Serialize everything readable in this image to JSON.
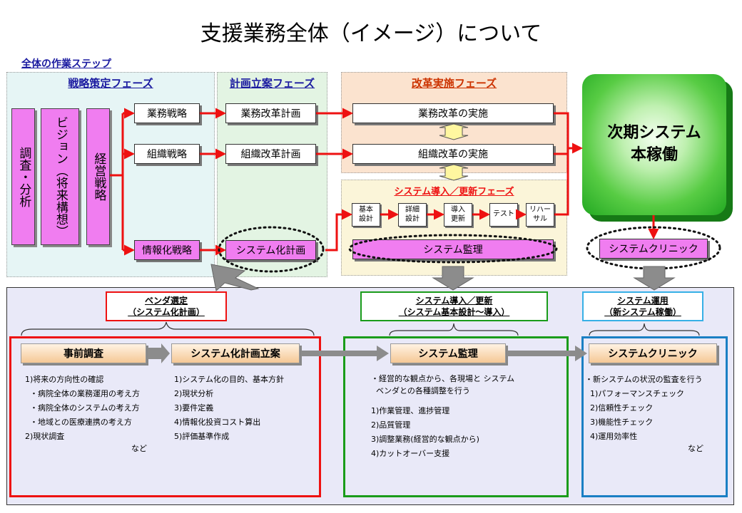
{
  "title": "支援業務全体（イメージ）について",
  "steps_label": "全体の作業ステップ",
  "phases": {
    "strategy": "戦略策定フェーズ",
    "planning": "計画立案フェーズ",
    "reform": "改革実施フェーズ",
    "system_intro": "システム導入／更新フェーズ"
  },
  "vertical_boxes": [
    "調査・分析",
    "ビジョン（将来構想）",
    "経営戦略"
  ],
  "strategy_boxes": {
    "business": "業務戦略",
    "org": "組織戦略",
    "info": "情報化戦略"
  },
  "plan_boxes": {
    "business": "業務改革計画",
    "org": "組織改革計画",
    "system": "システム化計画"
  },
  "reform_boxes": {
    "business": "業務改革の実施",
    "org": "組織改革の実施"
  },
  "intro_steps": [
    "基本\n設計",
    "詳細\n設計",
    "導入\n更新",
    "テスト",
    "リハー\nサル"
  ],
  "system_audit": "システム監理",
  "next_system": "次期システム\n本稼働",
  "system_clinic": "システムクリニック",
  "categories": {
    "vendor": "ベンダ選定\n（システム化計画）",
    "intro": "システム導入／更新\n（システム基本設計～導入）",
    "operation": "システム運用\n（新システム稼働）"
  },
  "bottom_headers": {
    "pre_survey": "事前調査",
    "planning": "システム化計画立案",
    "audit": "システム監理",
    "clinic": "システムクリニック"
  },
  "lists": {
    "pre_survey": "1)将来の方向性の確認\n  ・病院全体の業務運用の考え方\n  ・病院全体のシステムの考え方\n  ・地域との医療連携の考え方\n2)現状調査",
    "pre_survey_etc": "など",
    "planning": "1)システム化の目的、基本方針\n2)現状分析\n3)要件定義\n4)情報化投資コスト算出\n5)評価基準作成",
    "audit_intro": "・経営的な観点から、各現場と システム\n  ベンダとの各種調整を行う",
    "audit": "1)作業管理、進捗管理\n2)品質管理\n3)調整業務(経営的な観点から)\n4)カットオーバー支援",
    "clinic": "・新システムの状況の監査を行う\n  1)パフォーマンスチェック\n  2)信頼性チェック\n  3)機能性チェック\n  4)運用効率性",
    "clinic_etc": "など"
  },
  "colors": {
    "pink": "#f07df0",
    "red": "#ee1111",
    "green": "#1a9c1a",
    "blue": "#1a7fc4",
    "lightblue": "#37b0e6",
    "arrow_gray": "#8c8c8c"
  }
}
